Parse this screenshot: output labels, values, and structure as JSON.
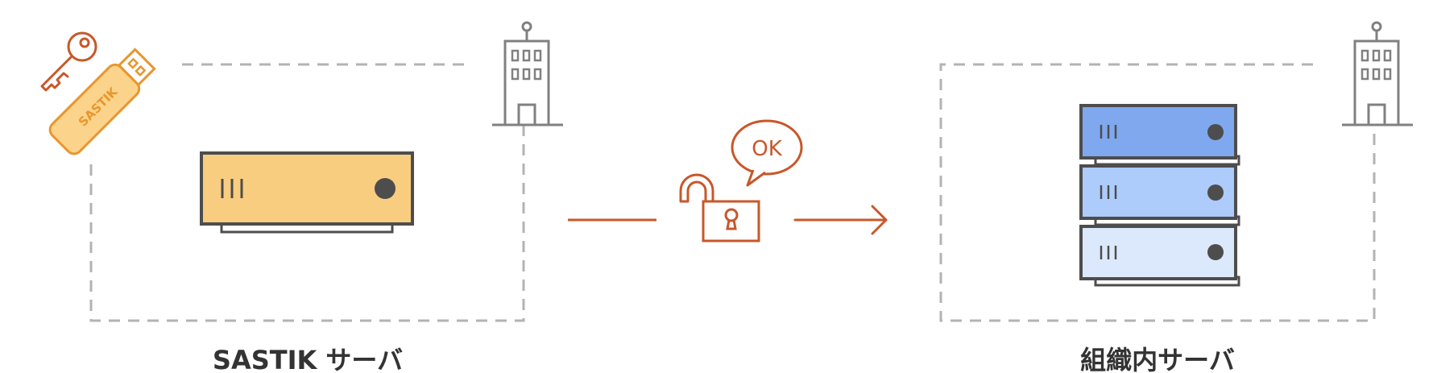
{
  "labels": {
    "left_server": "SASTIK サーバ",
    "right_server": "組織内サーバ",
    "usb_label": "SASTIK",
    "bubble": "OK"
  },
  "colors": {
    "dashed_border": "#b3b3b3",
    "building": "#808080",
    "accent_orange": "#c8572a",
    "usb_orange": "#e8962f",
    "usb_fill": "#fbd38a",
    "server_yellow": "#f9cd80",
    "server_dark": "#4d4d4d",
    "rack_top": "#7fa8ee",
    "rack_middle": "#adcbfb",
    "rack_bottom": "#dce9fd"
  },
  "icons": [
    "key-icon",
    "usb-key-icon",
    "building-icon",
    "unlock-icon",
    "speech-bubble-icon",
    "arrow-icon",
    "server-icon",
    "server-rack-icon"
  ]
}
